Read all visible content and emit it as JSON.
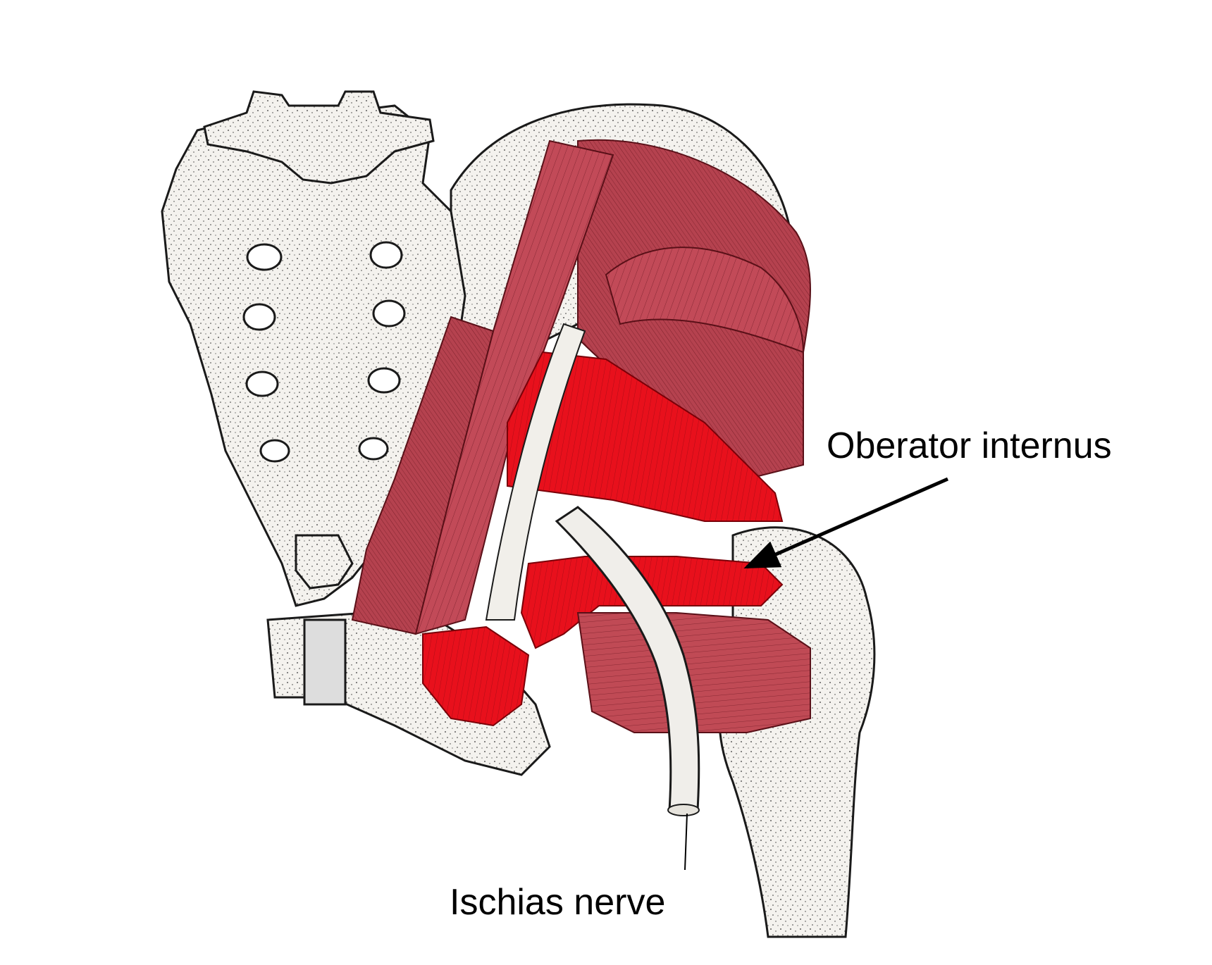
{
  "labels": {
    "obturator": "Oberator internus",
    "ischias": "Ischias nerve"
  },
  "colors": {
    "background": "#ffffff",
    "bone": "#f4f2ee",
    "bone_outline": "#1a1a1a",
    "muscle_dark": "#b5424f",
    "muscle_mid": "#c85560",
    "muscle_bright": "#e8101c",
    "nerve": "#f0eeea",
    "arrow": "#000000"
  },
  "icons": {
    "sacrum": "sacrum-bone",
    "femur": "femur-bone",
    "nerve": "sciatic-nerve"
  }
}
